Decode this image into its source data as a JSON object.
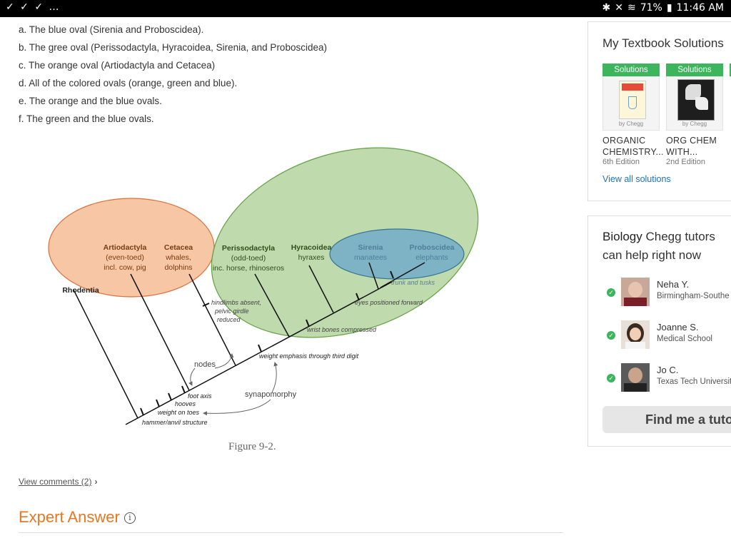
{
  "status_bar": {
    "left_icons": "✓ ✓ ✓ …",
    "battery": "71%",
    "time": "11:46 AM"
  },
  "question": {
    "options": [
      "a. The blue oval (Sirenia and Proboscidea).",
      "b. The gree oval (Perissodactyla, Hyracoidea, Sirenia, and Proboscidea)",
      "c. The orange oval (Artiodactyla and Cetacea)",
      "d. All of the colored ovals (orange, green and blue).",
      "e. The orange and the blue ovals.",
      "f. The green and the blue ovals."
    ]
  },
  "figure": {
    "caption": "Figure 9-2.",
    "colors": {
      "orange": "#f7c6a4",
      "green": "#bcd9a8",
      "blue": "#7bb1c8"
    },
    "taxa": {
      "artiodactyla": "Artiodactyla",
      "artiodactyla_sub1": "(even-toed)",
      "artiodactyla_sub2": "incl. cow, pig",
      "cetacea": "Cetacea",
      "cetacea_sub1": "whales,",
      "cetacea_sub2": "dolphins",
      "perissodactyla": "Perissodactyla",
      "perissodactyla_sub1": "(odd-toed)",
      "perissodactyla_sub2": "inc. horse, rhinoseros",
      "hyracoidea": "Hyracoidea",
      "hyracoidea_sub": "hyraxes",
      "sirenia": "Sirenia",
      "sirenia_sub": "manatees",
      "proboscidea": "Proboscidea",
      "proboscidea_sub": "elephants",
      "rhodentia": "Rhodentia"
    },
    "traits": {
      "trunk": "trunk and tusks",
      "eyes": "eyes positioned forward",
      "wrist": "wrist bones compressed",
      "hindlimbs1": "hindlimbs absent,",
      "hindlimbs2": "pelvic girdle",
      "hindlimbs3": "reduced",
      "weight_third": "weight emphasis through third digit",
      "foot_axis": "foot axis",
      "hooves": "hooves",
      "weight_toes": "weight on toes",
      "hammer": "hammer/anvil structure"
    },
    "annotations": {
      "nodes": "nodes",
      "synapomorphy": "synapomorphy"
    }
  },
  "comments": {
    "label": "View comments (2)"
  },
  "expert_answer": {
    "title": "Expert Answer",
    "info": "i"
  },
  "textbook_card": {
    "title": "My Textbook Solutions",
    "books": [
      {
        "badge": "Solutions",
        "title1": "ORGANIC",
        "title2": "CHEMISTRY...",
        "edition": "6th Edition",
        "by": "by Chegg"
      },
      {
        "badge": "Solutions",
        "title1": "ORG CHEM",
        "title2": "WITH...",
        "edition": "2nd Edition",
        "by": "by Chegg"
      }
    ],
    "view_all": "View all solutions"
  },
  "tutor_card": {
    "title_bold": "Biology",
    "title_rest": "Chegg tutors",
    "title_line2": "can help right now",
    "tutors": [
      {
        "name": "Neha Y.",
        "school": "Birmingham-Southe"
      },
      {
        "name": "Joanne S.",
        "school": "Medical School"
      },
      {
        "name": "Jo C.",
        "school": "Texas Tech Universit"
      }
    ],
    "button": "Find me a tuto"
  }
}
